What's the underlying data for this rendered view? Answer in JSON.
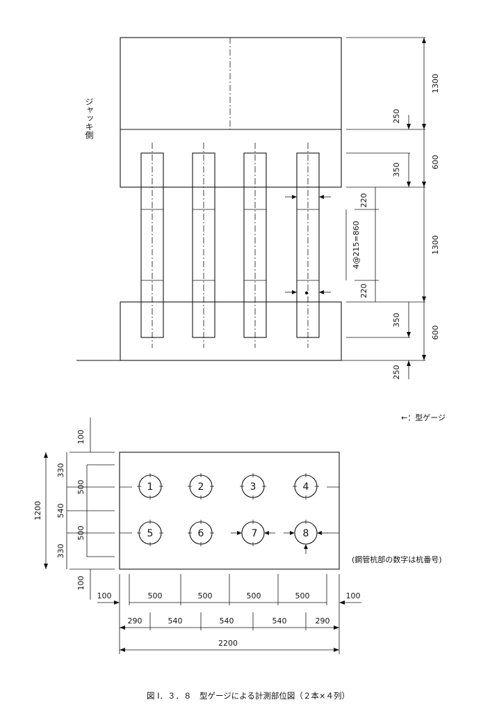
{
  "side_label": "ジャッキ側",
  "top_view": {
    "dims": {
      "d1300_top": "1300",
      "d250_top": "250",
      "d600_top": "600",
      "d350_top": "350",
      "d220_a": "220",
      "d4215": "4@215=860",
      "d1300_mid": "1300",
      "d220_b": "220",
      "d350_bot": "350",
      "d600_bot": "600",
      "d250_bot": "250"
    }
  },
  "legend": "←：型ゲージ",
  "note": "(鋼管杭部の数字は杭番号)",
  "plan_view": {
    "pile_numbers": [
      "1",
      "2",
      "3",
      "4",
      "5",
      "6",
      "7",
      "8"
    ],
    "left_dims": {
      "d100_top": "100",
      "d330_top": "330",
      "d500_a": "500",
      "d540": "540",
      "d500_b": "500",
      "d330_bot": "330",
      "d100_bot": "100",
      "d1200": "1200"
    },
    "bottom_dims": {
      "row1": [
        "100",
        "500",
        "500",
        "500",
        "500",
        "100"
      ],
      "row2": [
        "290",
        "540",
        "540",
        "540",
        "290"
      ],
      "total": "2200"
    }
  },
  "caption": "図 I．３．８　型ゲージによる計測部位図（２本×４列）"
}
